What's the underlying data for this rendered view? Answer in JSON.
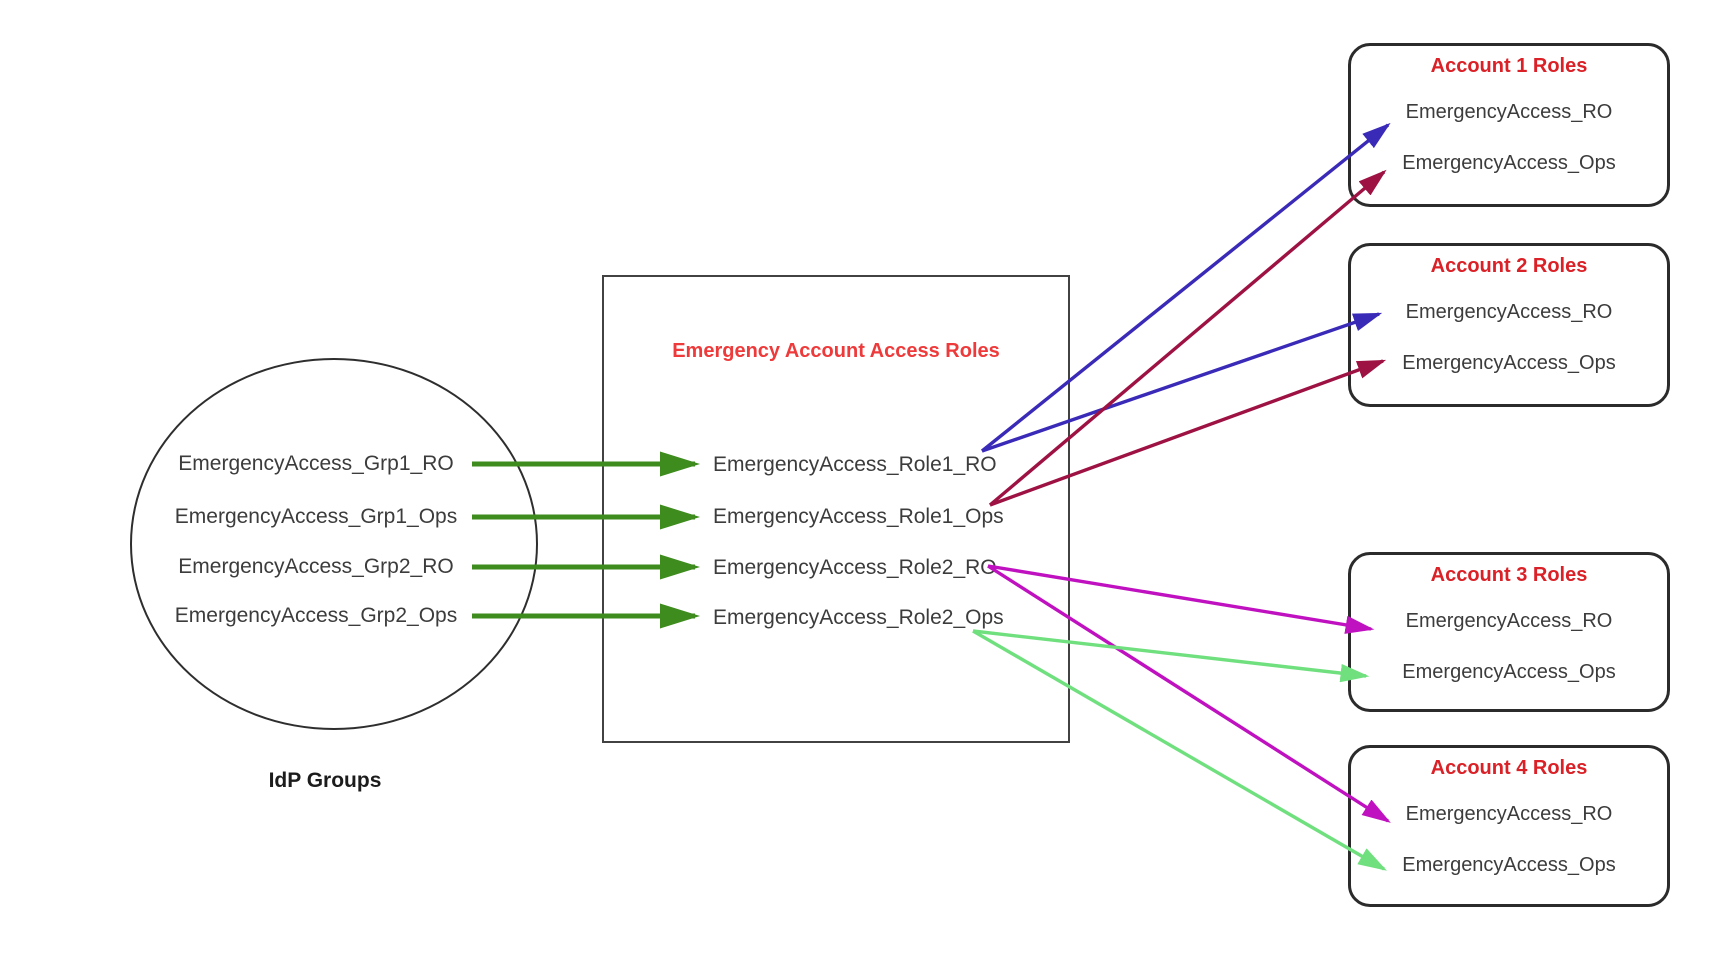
{
  "diagram": {
    "idp": {
      "label": "IdP Groups",
      "groups": [
        "EmergencyAccess_Grp1_RO",
        "EmergencyAccess_Grp1_Ops",
        "EmergencyAccess_Grp2_RO",
        "EmergencyAccess_Grp2_Ops"
      ]
    },
    "roles_box": {
      "title": "Emergency Account Access Roles",
      "roles": [
        "EmergencyAccess_Role1_RO",
        "EmergencyAccess_Role1_Ops",
        "EmergencyAccess_Role2_RO",
        "EmergencyAccess_Role2_Ops"
      ]
    },
    "accounts": [
      {
        "title": "Account 1 Roles",
        "roles": [
          "EmergencyAccess_RO",
          "EmergencyAccess_Ops"
        ]
      },
      {
        "title": "Account 2 Roles",
        "roles": [
          "EmergencyAccess_RO",
          "EmergencyAccess_Ops"
        ]
      },
      {
        "title": "Account 3 Roles",
        "roles": [
          "EmergencyAccess_RO",
          "EmergencyAccess_Ops"
        ]
      },
      {
        "title": "Account 4 Roles",
        "roles": [
          "EmergencyAccess_RO",
          "EmergencyAccess_Ops"
        ]
      }
    ],
    "colors": {
      "idp_arrow": "#3e8b1e",
      "role1_ro_arrow": "#3a2ab8",
      "role1_ops_arrow": "#9e1243",
      "role2_ro_arrow": "#c011c0",
      "role2_ops_arrow": "#70e07f",
      "roles_box_title": "#ee3a3a",
      "account_title": "#da2127",
      "label_text": "#3c3c3c",
      "shape_border": "#2b2b2b"
    }
  }
}
